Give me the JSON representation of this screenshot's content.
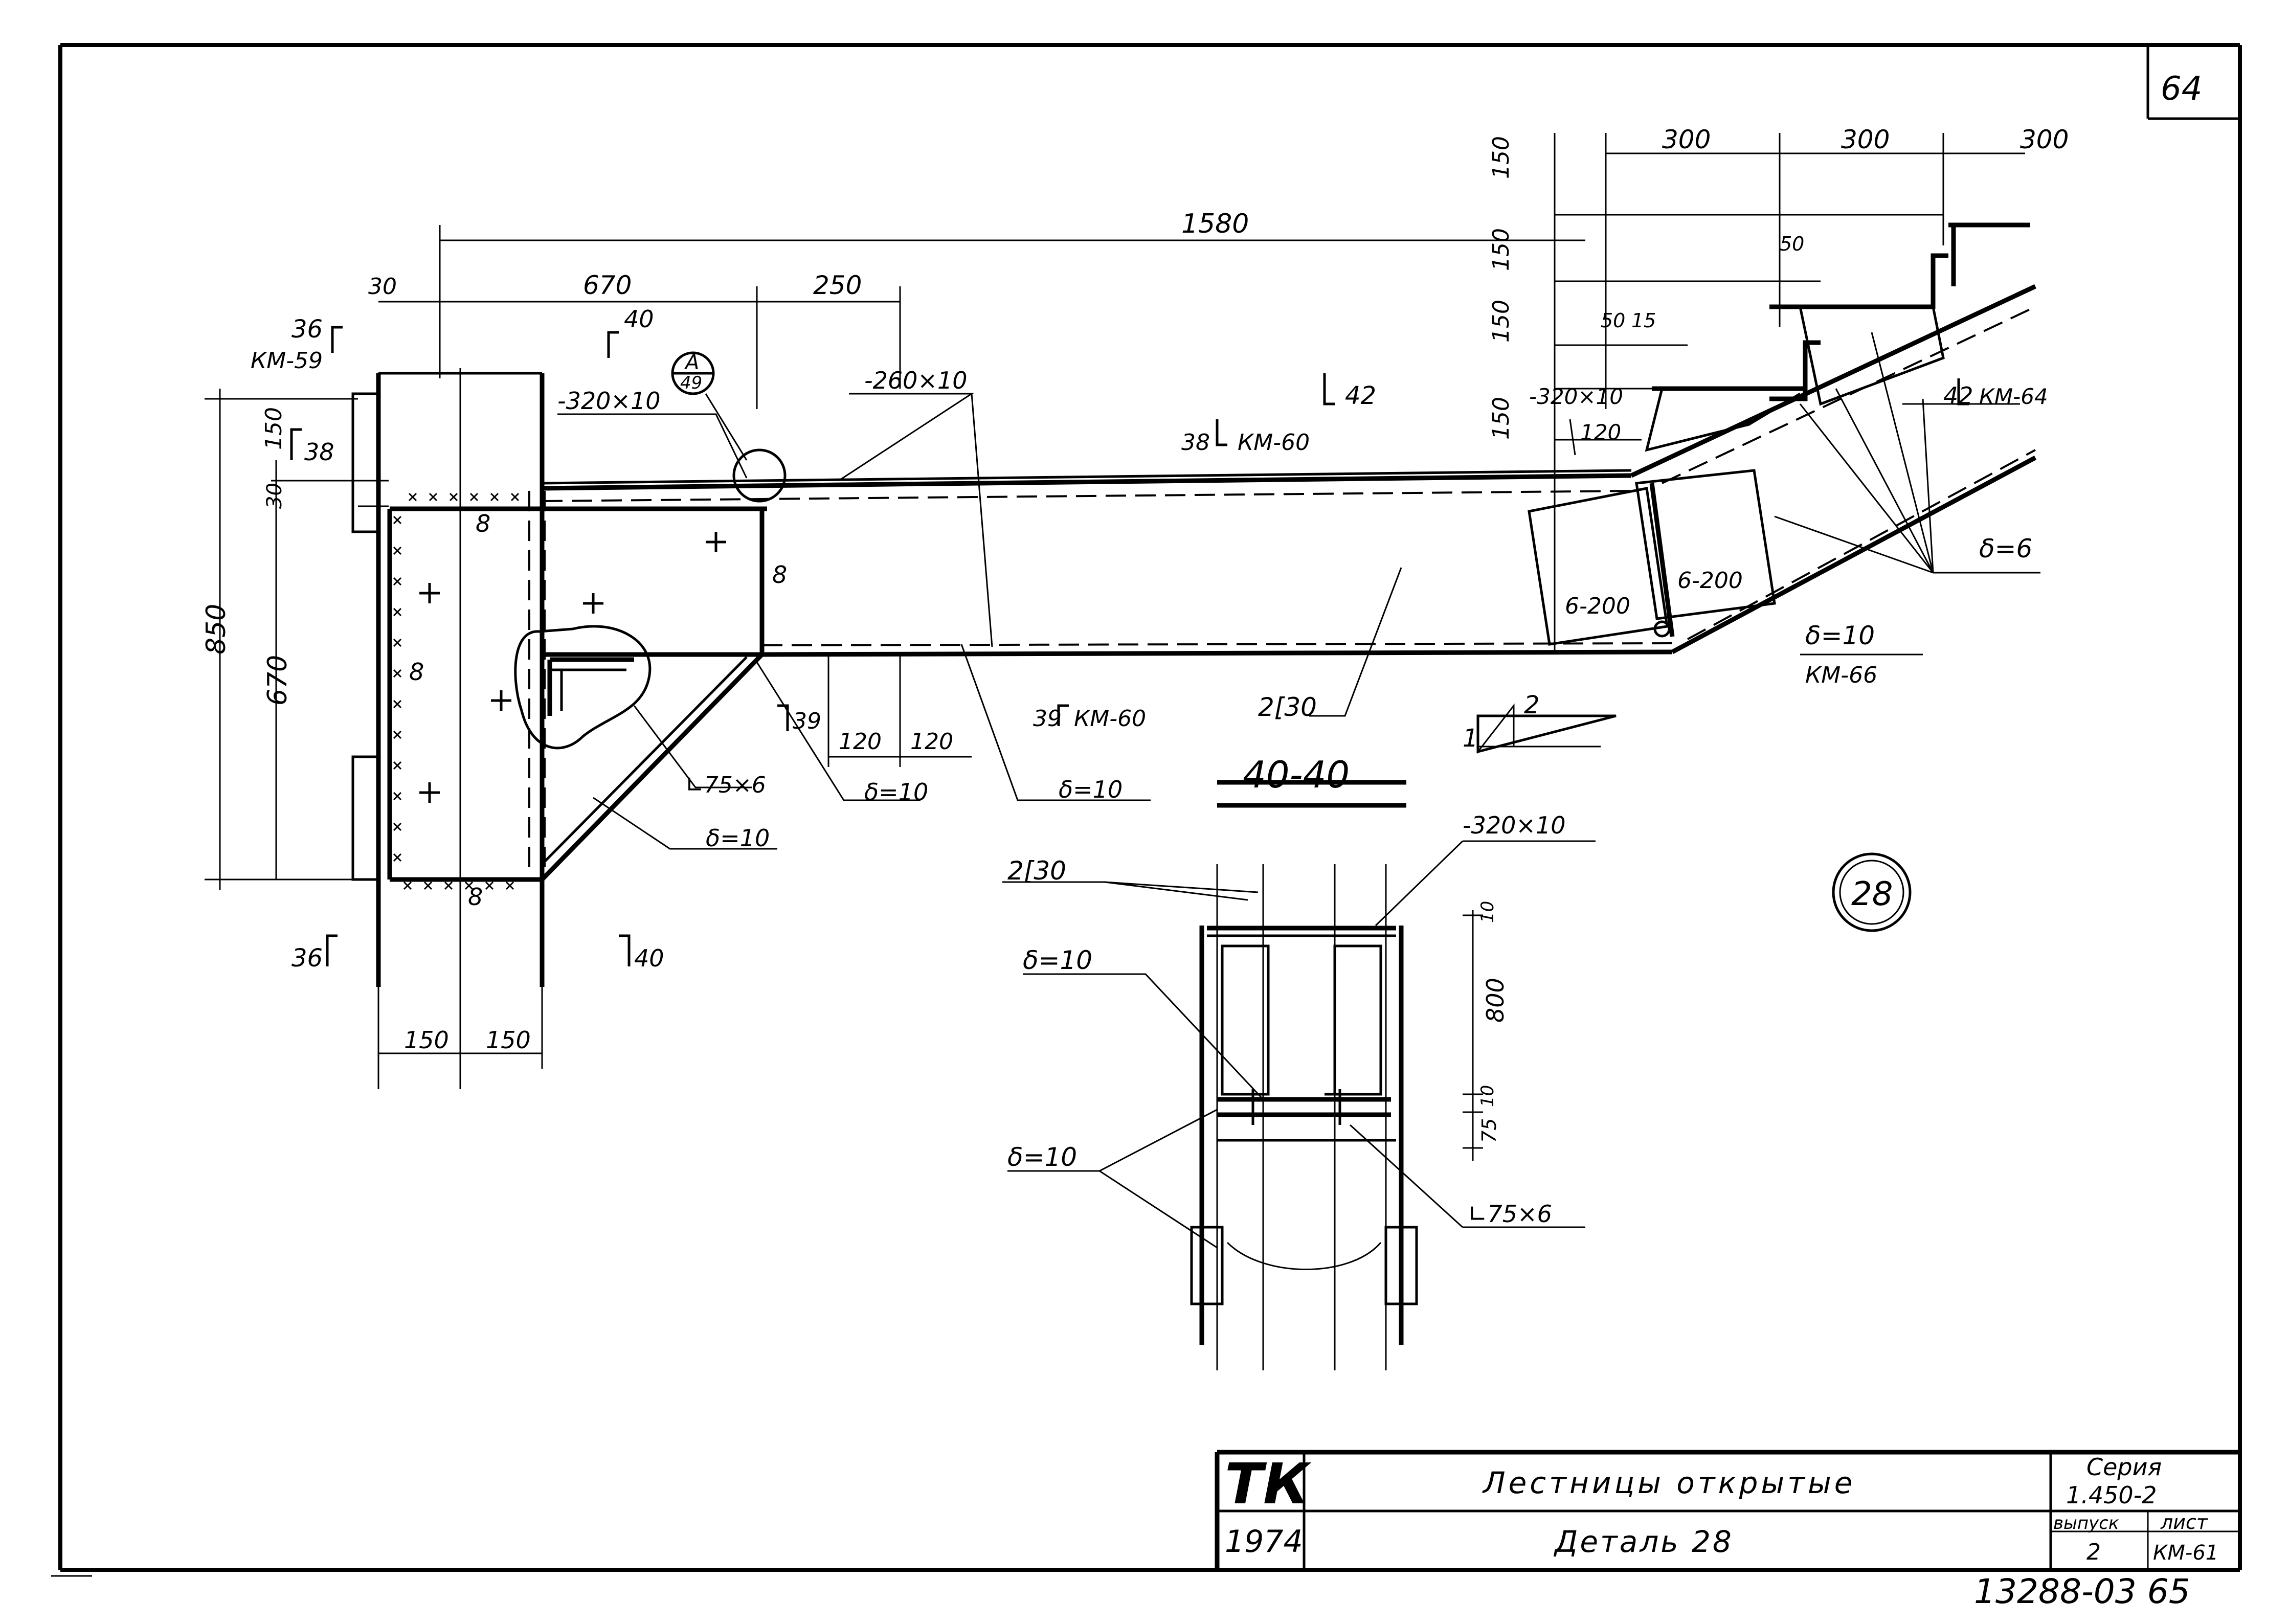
{
  "sheet": {
    "corner_number": "64",
    "bottom_number": "13288-03 65"
  },
  "stamp": {
    "logo": "ТК",
    "year": "1974",
    "title": "Лестницы открытые",
    "subtitle": "Деталь 28",
    "series_label": "Серия",
    "series_value": "1.450-2",
    "issue_label": "выпуск",
    "issue_value": "2",
    "sheet_label": "лист",
    "sheet_value": "КМ-61"
  },
  "detail": {
    "circle_label": "28",
    "section_title": "40-40",
    "node_ref_top": "А",
    "node_ref_bottom": "49"
  },
  "dims": {
    "d1580": "1580",
    "d670a": "670",
    "d250": "250",
    "d30top": "30",
    "d300a": "300",
    "d300b": "300",
    "d300c": "300",
    "d150a": "150",
    "d150b": "150",
    "d150c": "150",
    "d150d": "150",
    "d50a": "50",
    "d50b": "50",
    "d15": "15",
    "d120top": "120",
    "d850": "850",
    "d670v": "670",
    "d150v": "150",
    "d30v": "30",
    "d150h1": "150",
    "d150h2": "150",
    "d120a": "120",
    "d120b": "120",
    "d800": "800",
    "d10a": "10",
    "d10b": "10",
    "d75": "75",
    "slope_1": "1",
    "slope_2": "2"
  },
  "labels": {
    "cut36_top": "36",
    "km59": "КМ-59",
    "cut38": "38",
    "cut40_top": "40",
    "cut40_bot": "40",
    "cut36_bot": "36",
    "plate320a": "-320×10",
    "plate260": "-260×10",
    "km60a": "КМ-60",
    "cut38b": "38",
    "cut42a": "42",
    "plate320b": "-320×10",
    "cut42b": "42",
    "km64": "КМ-64",
    "delta6": "δ=6",
    "w6200a": "6-200",
    "w6200b": "6-200",
    "delta10r": "δ=10",
    "km66": "КМ-66",
    "chan2": "2[30",
    "cut39a": "39",
    "cut39b": "39",
    "km60b": "КМ-60",
    "angle75a": "∟75×6",
    "delta10a": "δ=10",
    "delta10b": "δ=10",
    "delta10c": "δ=10",
    "weld8a": "8",
    "weld8b": "8",
    "weld8c": "8",
    "weld8d": "8",
    "sec_chan": "2[30",
    "sec_plate": "-320×10",
    "sec_delta1": "δ=10",
    "sec_delta2": "δ=10",
    "sec_angle": "∟75×6"
  }
}
